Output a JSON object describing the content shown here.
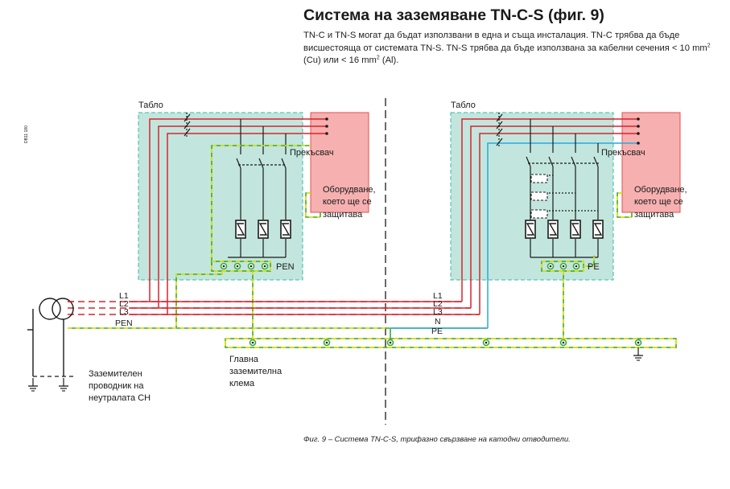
{
  "title": "Система на заземяване TN-C-S (фиг. 9)",
  "intro": {
    "before_cu": "TN-C и TN-S могат да бъдат използвани в една и съща инсталация. TN-C трябва да бъде висшестояща от системата TN-S. TN-S трябва да бъде използвана за кабелни сечения < 10 mm",
    "sup1": "2",
    "middle": " (Cu) или < 16 mm",
    "sup2": "2",
    "after": " (Al)."
  },
  "doc_code": "DB11 180",
  "left_panel": {
    "board_label": "Табло",
    "breaker_label": "Прекъсвач",
    "equipment_label": [
      "Оборудване,",
      "което ще се",
      "защитава"
    ],
    "terminal_label": "PEN"
  },
  "right_panel": {
    "board_label": "Табло",
    "breaker_label": "Прекъсвач",
    "equipment_label": [
      "Оборудване,",
      "което ще се",
      "защитава"
    ],
    "terminal_label": "PE"
  },
  "left_conductors": [
    "L1",
    "L2",
    "L3",
    "PEN"
  ],
  "right_conductors": [
    "L1",
    "L2",
    "L3",
    "N",
    "PE"
  ],
  "main_terminal_label": [
    "Главна",
    "заземителна",
    "клема"
  ],
  "earth_conductor_label": [
    "Заземителен",
    "проводник на",
    "неутралата СН"
  ],
  "caption": "Фиг. 9 – Система TN-C-S, трифазно свързване на катодни отводители.",
  "colors": {
    "phase": "#d9232e",
    "neutral": "#29a9e1",
    "pe_green": "#3aa935",
    "pe_yellow": "#f2e500",
    "panel_fill": "#c2e6dd",
    "panel_border": "#3cb8ad",
    "equipment_fill": "#f6b0b0",
    "equipment_border": "#e05050"
  }
}
